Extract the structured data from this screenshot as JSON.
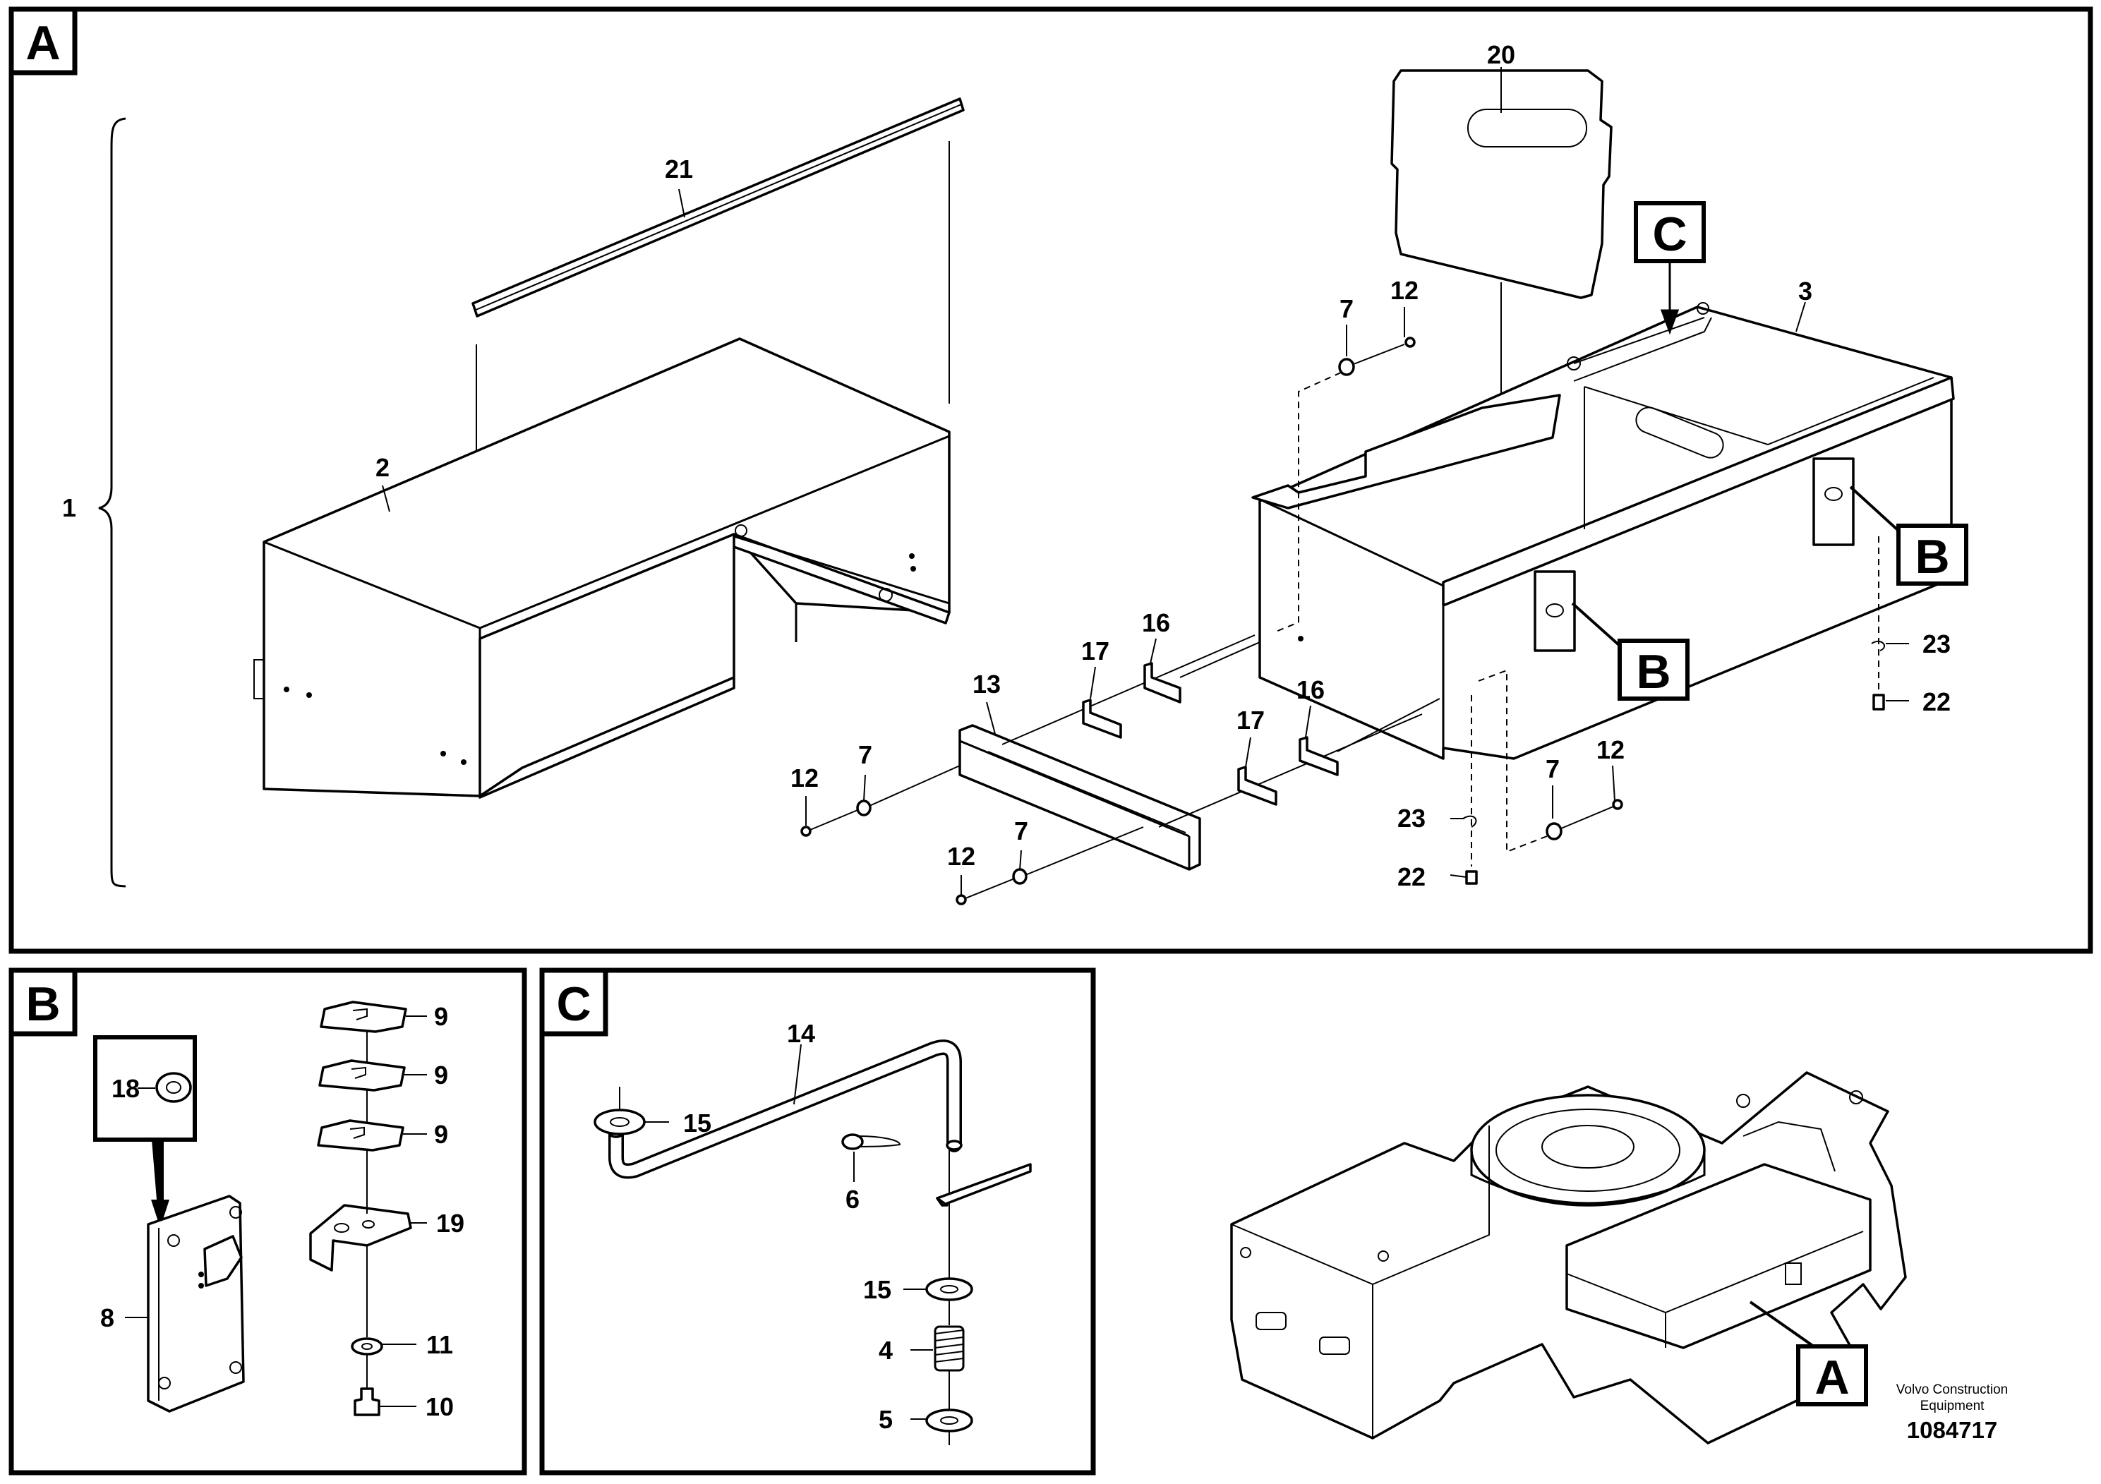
{
  "panels": {
    "A": {
      "tag": "A"
    },
    "B": {
      "tag": "B"
    },
    "C": {
      "tag": "C"
    },
    "overview": {}
  },
  "callouts": {
    "A": {
      "c1": "1",
      "c2": "2",
      "c3": "3",
      "c21": "21",
      "c20": "20",
      "c13": "13",
      "c7a": "7",
      "c12a": "12",
      "c7b": "7",
      "c12b": "12",
      "c7c": "7",
      "c12c": "12",
      "c7d": "7",
      "c12d": "12",
      "c16a": "16",
      "c17a": "17",
      "c16b": "16",
      "c17b": "17",
      "c23a": "23",
      "c22a": "22",
      "c23b": "23",
      "c22b": "22",
      "tagC": "C",
      "tagB1": "B",
      "tagB2": "B"
    },
    "B": {
      "c18": "18",
      "c8": "8",
      "c9a": "9",
      "c9b": "9",
      "c9c": "9",
      "c19": "19",
      "c11": "11",
      "c10": "10"
    },
    "C": {
      "c14": "14",
      "c15a": "15",
      "c6": "6",
      "c15b": "15",
      "c4": "4",
      "c5": "5"
    },
    "overview": {
      "tagA": "A"
    }
  },
  "footer": {
    "brand_line1": "Volvo Construction",
    "brand_line2": "Equipment",
    "drawing_number": "1084717"
  }
}
